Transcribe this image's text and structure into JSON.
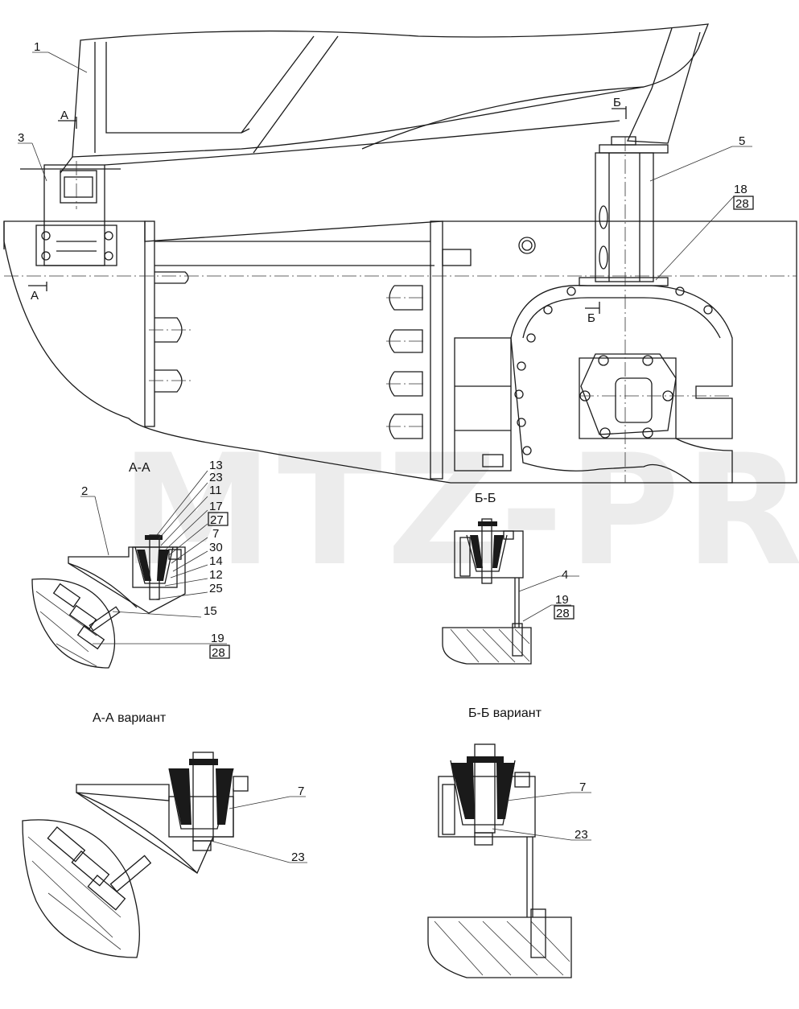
{
  "watermark": "MTZ-PRO",
  "sections": {
    "aa": "А-А",
    "bb": "Б-Б",
    "aa_variant": "А-А вариант",
    "bb_variant": "Б-Б вариант"
  },
  "cut_marks": {
    "a_top": "А",
    "a_bottom": "А",
    "b_top": "Б",
    "b_bottom": "Б"
  },
  "callouts": {
    "c1": "1",
    "c2": "2",
    "c3": "3",
    "c4": "4",
    "c5": "5",
    "c7_aa": "7",
    "c11": "11",
    "c12": "12",
    "c13": "13",
    "c14": "14",
    "c15": "15",
    "c17": "17",
    "c18": "18",
    "c19_aa": "19",
    "c19_bb": "19",
    "c23_aa": "23",
    "c25": "25",
    "c27": "27",
    "c28_main": "28",
    "c28_aa": "28",
    "c28_bb": "28",
    "c30": "30",
    "c7_aav": "7",
    "c23_aav": "23",
    "c7_bbv": "7",
    "c23_bbv": "23"
  }
}
